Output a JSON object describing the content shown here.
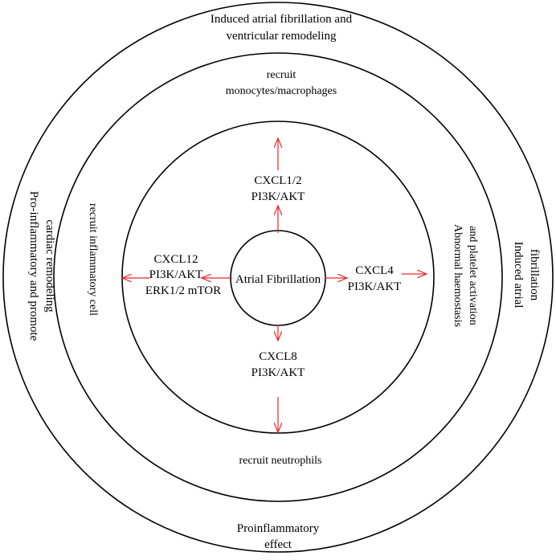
{
  "center": {
    "label": "Atrial Fibrillation"
  },
  "top_mediator": {
    "line1": "CXCL1/2",
    "line2": "PI3K/AKT"
  },
  "left_mediator": {
    "line1": "CXCL12",
    "line2": "PI3K/AKT",
    "line3": "ERK1/2 mTOR"
  },
  "right_mediator": {
    "line1": "CXCL4",
    "line2": "PI3K/AKT"
  },
  "bottom_mediator": {
    "line1": "CXCL8",
    "line2": "PI3K/AKT"
  },
  "middle_ring": {
    "top_line1": "recruit",
    "top_line2": "monocytes/macrophages",
    "left": "recruit  inflammatory cell",
    "right_line1": "Abnormal haemostasis",
    "right_line2": "and platelet activation",
    "bottom": "recruit neutrophils"
  },
  "outer_ring": {
    "top_line1": "Induced atrial fibrillation and",
    "top_line2": "ventricular remodeling",
    "left_line1": "Pro-inflammatory and promote",
    "left_line2": "cardiac remodeling",
    "right_line1": "Induced atrial",
    "right_line2": "fibrillation",
    "bottom_line1": "Proinflammatory",
    "bottom_line2": "effect"
  },
  "colors": {
    "arrow": "#e8262b",
    "ring": "#000000"
  }
}
